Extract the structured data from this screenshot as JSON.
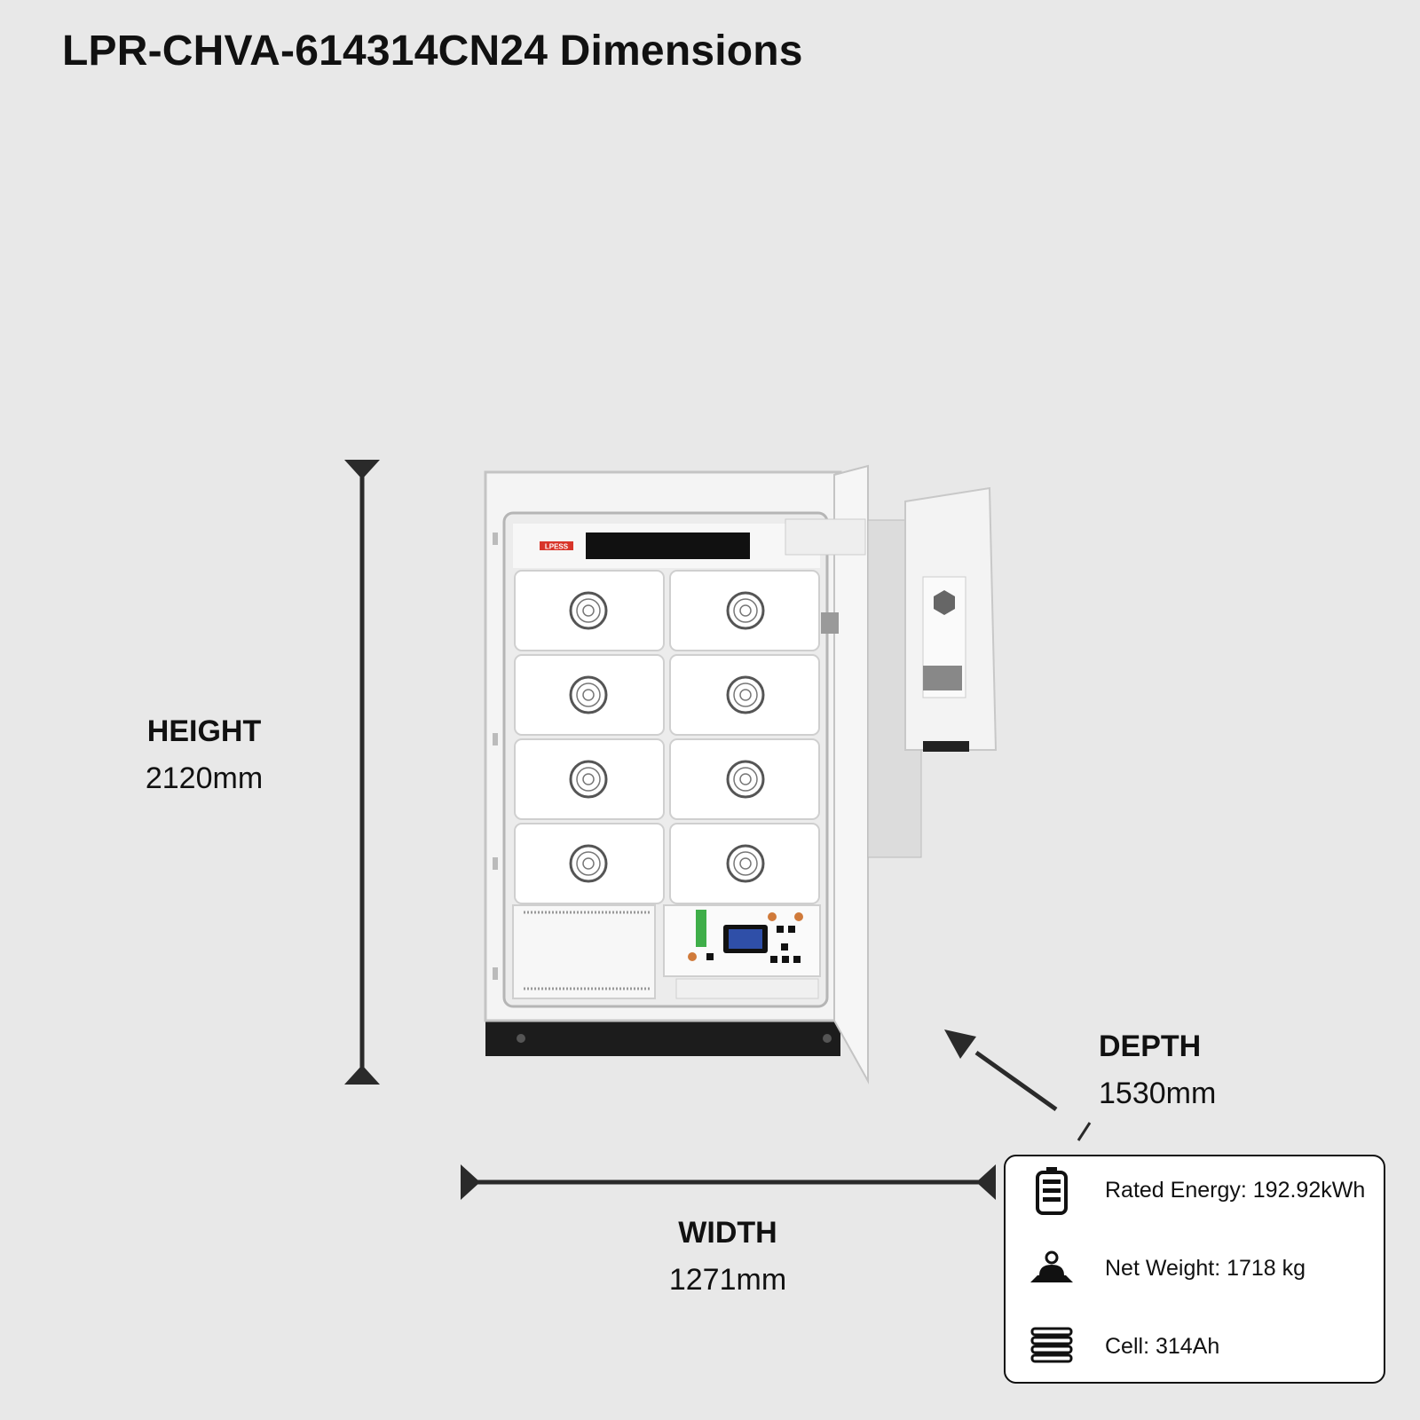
{
  "title": "LPR-CHVA-614314CN24 Dimensions",
  "dimensions": {
    "height": {
      "label": "HEIGHT",
      "value": "2120mm"
    },
    "width": {
      "label": "WIDTH",
      "value": "1271mm"
    },
    "depth": {
      "label": "DEPTH",
      "value": "1530mm"
    }
  },
  "brand_logo": "LPESS",
  "specs": [
    {
      "icon": "battery-icon",
      "text": "Rated Energy: 192.92kWh"
    },
    {
      "icon": "weight-icon",
      "text": "Net Weight: 1718 kg"
    },
    {
      "icon": "cell-stack-icon",
      "text": "Cell: 314Ah"
    }
  ],
  "colors": {
    "background": "#e8e8e8",
    "cabinet": "#ffffff",
    "accent_red": "#d8352a",
    "display_blue": "#2f4fa8",
    "dimension_line": "#2a2a2a"
  }
}
